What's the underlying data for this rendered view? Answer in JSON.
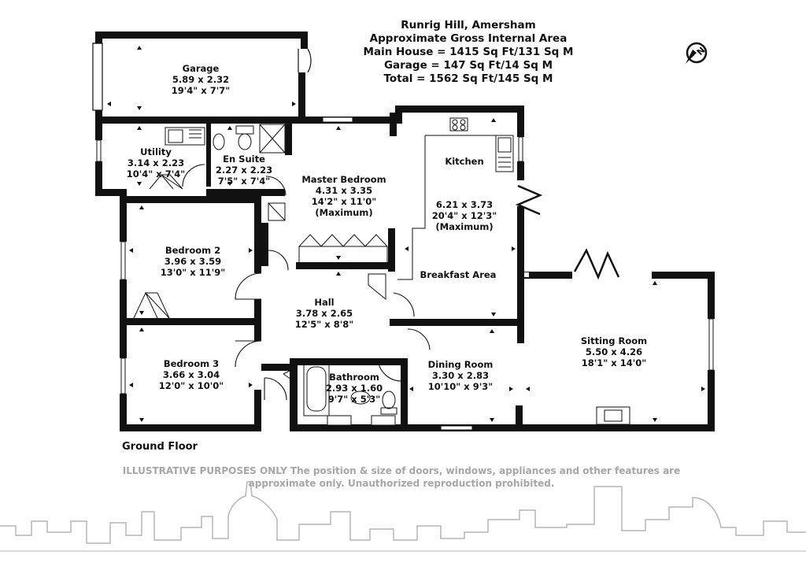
{
  "header": {
    "title": "Runrig Hill, Amersham",
    "line1": "Approximate Gross Internal Area",
    "line2": "Main House = 1415 Sq Ft/131 Sq M",
    "line3": "Garage = 147 Sq Ft/14 Sq M",
    "line4": "Total = 1562 Sq Ft/145 Sq M"
  },
  "compass": {
    "label": "N",
    "icon": "north-compass-icon"
  },
  "rooms": {
    "garage": {
      "name": "Garage",
      "metric": "5.89 x 2.32",
      "imperial": "19'4\" x 7'7\""
    },
    "utility": {
      "name": "Utility",
      "metric": "3.14 x 2.23",
      "imperial": "10'4\" x 7'4\""
    },
    "ensuite": {
      "name": "En Suite",
      "metric": "2.27 x 2.23",
      "imperial": "7'5\" x 7'4\""
    },
    "master": {
      "name": "Master Bedroom",
      "metric": "4.31 x 3.35",
      "imperial": "14'2\" x 11'0\"",
      "note": "(Maximum)"
    },
    "kitchen": {
      "name": "Kitchen",
      "metric": "6.21 x 3.73",
      "imperial": "20'4\" x 12'3\"",
      "note": "(Maximum)",
      "area": "Breakfast Area"
    },
    "bedroom2": {
      "name": "Bedroom 2",
      "metric": "3.96 x 3.59",
      "imperial": "13'0\" x 11'9\""
    },
    "hall": {
      "name": "Hall",
      "metric": "3.78 x 2.65",
      "imperial": "12'5\" x 8'8\""
    },
    "bedroom3": {
      "name": "Bedroom 3",
      "metric": "3.66 x 3.04",
      "imperial": "12'0\" x 10'0\""
    },
    "bathroom": {
      "name": "Bathroom",
      "metric": "2.93 x 1.60",
      "imperial": "9'7\" x 5'3\""
    },
    "dining": {
      "name": "Dining Room",
      "metric": "3.30 x 2.83",
      "imperial": "10'10\" x 9'3\""
    },
    "sitting": {
      "name": "Sitting Room",
      "metric": "5.50 x 4.26",
      "imperial": "18'1\" x 14'0\""
    }
  },
  "floor_label": "Ground Floor",
  "disclaimer": {
    "line1": "ILLUSTRATIVE PURPOSES ONLY  The position & size of doors, windows, appliances and other features are",
    "line2": "approximate only. Unauthorized reproduction prohibited."
  },
  "colors": {
    "wall": "#111111",
    "text": "#111111",
    "disclaimer": "#a6a6a6",
    "skyline": "#b5b5b5"
  }
}
